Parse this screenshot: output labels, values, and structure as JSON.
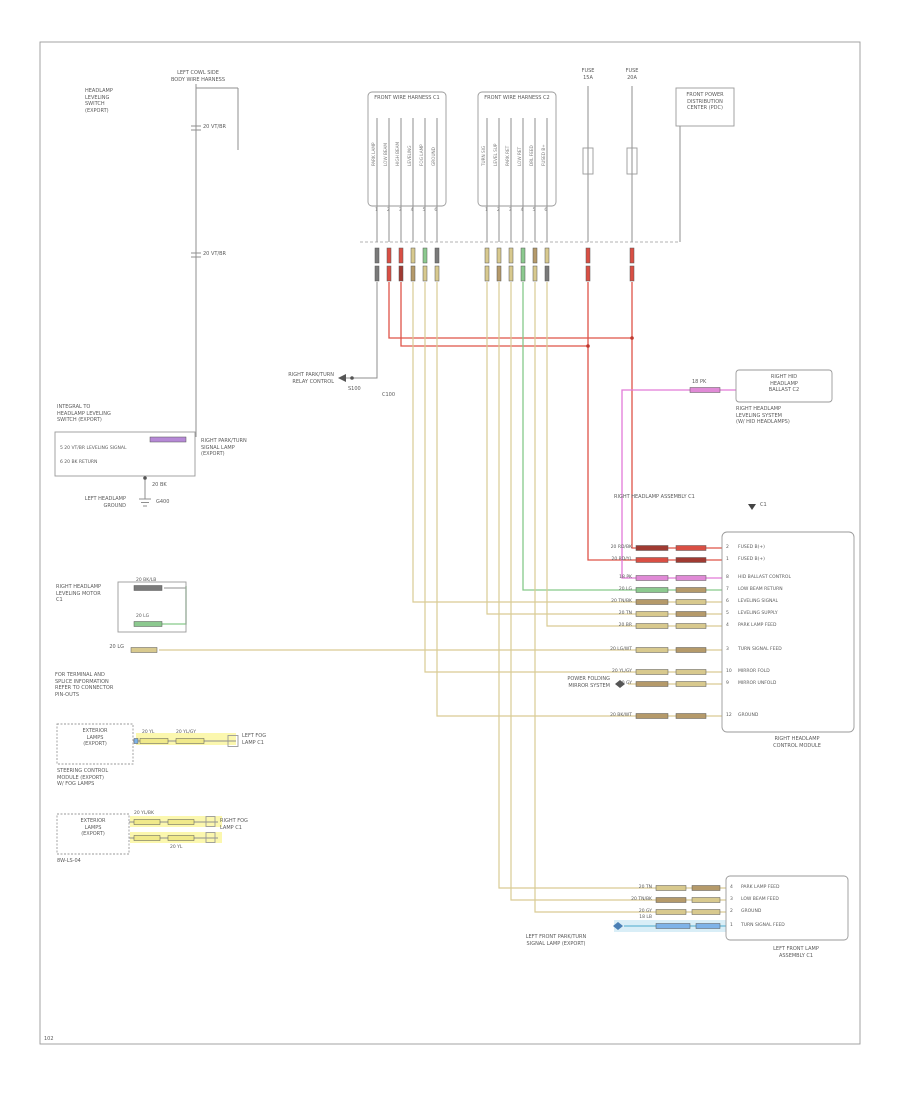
{
  "page": {
    "number": "102",
    "sheet_ref": "8W-LS-04"
  },
  "colors": {
    "wire_red": "#df5348",
    "wire_pink": "#e27ad8",
    "wire_green": "#86c98a",
    "wire_tan": "#d9cb94",
    "wire_blue": "#7fb3e8",
    "wire_violet": "#b689d6",
    "highlight_yellow": "#fbf7ae",
    "highlight_cyan": "#d9eef7"
  },
  "left": {
    "harness_top": "LEFT COWL SIDE\nBODY WIRE HARNESS",
    "leveling_switch": "HEADLAMP\nLEVELING\nSWITCH\n(EXPORT)",
    "code1": "20 VT/BR",
    "code2": "20 VT/BR",
    "integral": "INTEGRAL TO\nHEADLAMP LEVELING\nSWITCH (EXPORT)",
    "comp_row1": "5   20 VT/BR   LEVELING SIGNAL",
    "comp_row2": "6   20 BK   RETURN",
    "right_park": "RIGHT PARK/TURN\nSIGNAL LAMP\n(EXPORT)",
    "bk_code": "20 BK",
    "ground": "G400",
    "ground_label": "LEFT HEADLAMP\nGROUND",
    "motor": "RIGHT HEADLAMP\nLEVELING MOTOR\nC1",
    "motor_code1": "20 BK/LB",
    "motor_code2": "20 LG",
    "lg_code": "20 LG",
    "terminal_info": "FOR TERMINAL AND\nSPLICE INFORMATION\nREFER TO CONNECTOR\nPIN-OUTS",
    "export1": "EXTERIOR\nLAMPS\n(EXPORT)",
    "fog_left": "LEFT FOG\nLAMP C1",
    "yl1": "20 YL",
    "yl2": "20 YL/GY",
    "steering": "STEERING CONTROL\nMODULE (EXPORT)\nW/ FOG LAMPS",
    "export2": "EXTERIOR\nLAMPS\n(EXPORT)",
    "fog_right": "RIGHT FOG\nLAMP C1",
    "yl3": "20 YL/BK",
    "yl4": "20 YL"
  },
  "mid": {
    "relay": "RIGHT PARK/TURN\nRELAY CONTROL",
    "s100": "S100",
    "c100": "C100"
  },
  "blocks": {
    "c1": {
      "title": "FRONT WIRE HARNESS C1",
      "wires": [
        "PARK LAMP",
        "LOW BEAM",
        "HIGH BEAM",
        "LEVELING",
        "FOG LAMP",
        "GROUND"
      ],
      "pins_text": "123456"
    },
    "c2": {
      "title": "FRONT WIRE HARNESS C2",
      "wires": [
        "TURN SIG",
        "LEVEL SUP",
        "PARK RET",
        "LOW RET",
        "DRL FEED",
        "FUSED B+"
      ],
      "pins_text": "123456"
    }
  },
  "fuses": [
    {
      "label": "FUSE\n15A"
    },
    {
      "label": "FUSE\n20A"
    }
  ],
  "pdc": {
    "label": "FRONT POWER\nDISTRIBUTION\nCENTER (PDC)"
  },
  "right": {
    "hid_box": "RIGHT HID\nHEADLAMP\nBALLAST C2",
    "pk_code": "18 PK",
    "below_hid": "RIGHT HEADLAMP\nLEVELING SYSTEM\n(W/ HID HEADLAMPS)",
    "assembly": "RIGHT HEADLAMP ASSEMBLY C1",
    "c1": "C1",
    "module": "RIGHT HEADLAMP\nCONTROL MODULE",
    "mirror": "POWER FOLDING\nMIRROR SYSTEM",
    "rows": [
      {
        "code": "20 RD/BK",
        "pin": "2",
        "desc": "FUSED B(+)"
      },
      {
        "code": "20 RD/YL",
        "pin": "1",
        "desc": "FUSED B(+)"
      },
      {
        "code": "18 PK",
        "pin": "8",
        "desc": "HID BALLAST CONTROL"
      },
      {
        "code": "20 LG",
        "pin": "7",
        "desc": "LOW BEAM RETURN"
      },
      {
        "code": "20 TN/BK",
        "pin": "6",
        "desc": "LEVELING SIGNAL"
      },
      {
        "code": "20 TN",
        "pin": "5",
        "desc": "LEVELING SUPPLY"
      },
      {
        "code": "20 BR",
        "pin": "4",
        "desc": "PARK LAMP FEED"
      },
      {
        "code": "20 LG/WT",
        "pin": "3",
        "desc": "TURN SIGNAL FEED"
      },
      {
        "code": "20 YL/GY",
        "pin": "10",
        "desc": "MIRROR FOLD"
      },
      {
        "code": "20 GY",
        "pin": "9",
        "desc": "MIRROR UNFOLD"
      },
      {
        "code": "20 BK/WT",
        "pin": "12",
        "desc": "GROUND"
      }
    ]
  },
  "bottom": {
    "rows": [
      {
        "code": "20 TN",
        "pin": "4",
        "desc": "PARK LAMP FEED"
      },
      {
        "code": "20 TN/BK",
        "pin": "3",
        "desc": "LOW BEAM FEED"
      },
      {
        "code": "20 GY",
        "pin": "2",
        "desc": "GROUND"
      },
      {
        "code": "18 LB",
        "pin": "1",
        "desc": "TURN SIGNAL FEED"
      }
    ],
    "lamp": "LEFT FRONT PARK/TURN\nSIGNAL LAMP (EXPORT)",
    "assembly": "LEFT FRONT LAMP\nASSEMBLY C1"
  }
}
